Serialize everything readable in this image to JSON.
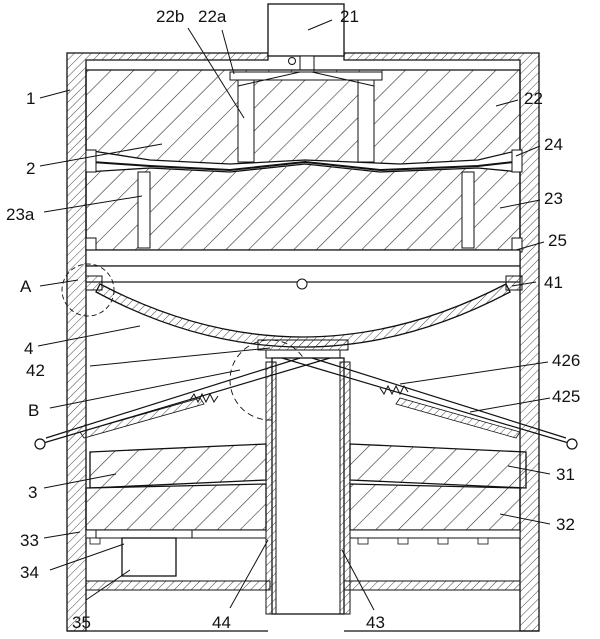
{
  "labels": {
    "l21": "21",
    "l22b": "22b",
    "l22a": "22a",
    "l1": "1",
    "l22": "22",
    "l2": "2",
    "l24": "24",
    "l23": "23",
    "l23a": "23a",
    "l25": "25",
    "lA": "A",
    "l41": "41",
    "l4": "4",
    "l42": "42",
    "l426": "426",
    "lB": "B",
    "l425": "425",
    "l3": "3",
    "l31": "31",
    "l32": "32",
    "l33": "33",
    "l34": "34",
    "l35": "35",
    "l44": "44",
    "l43": "43"
  },
  "colors": {
    "line": "#111111",
    "hatch": "#333333",
    "paper": "#ffffff"
  }
}
